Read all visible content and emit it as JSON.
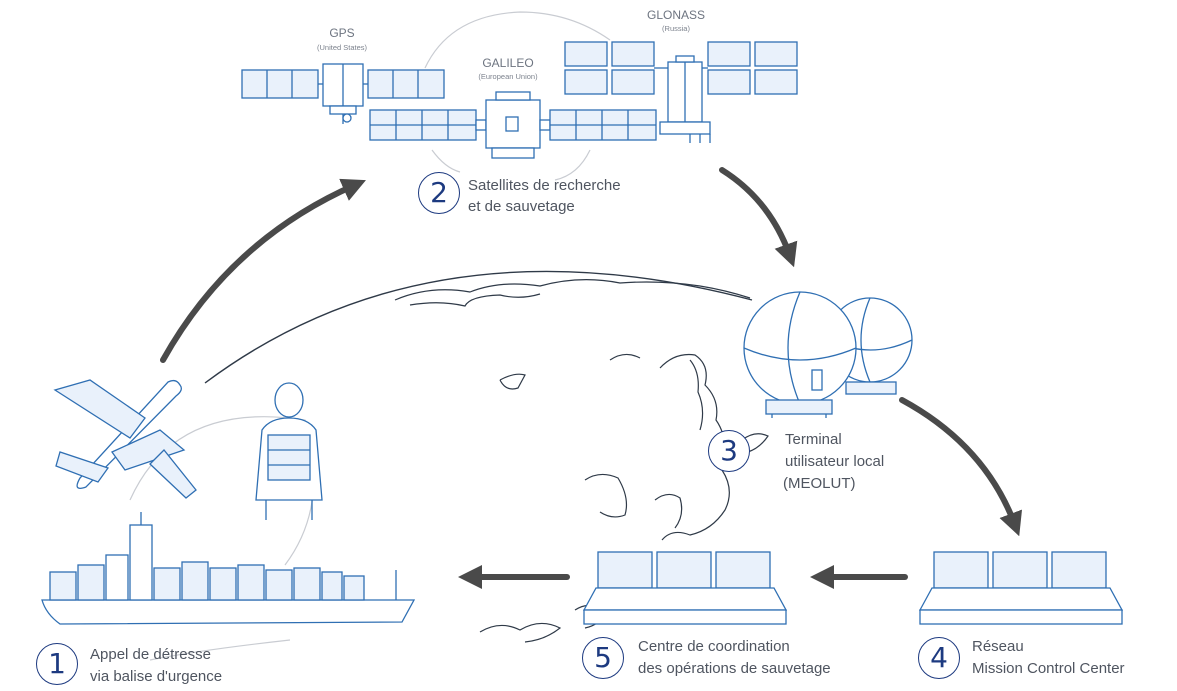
{
  "colors": {
    "primary": "#1d3a80",
    "line": "#2f6fb3",
    "fill": "#e9f1fb",
    "arrow": "#4a4a4a",
    "text": "#4f5560"
  },
  "satellites": [
    {
      "name": "GPS",
      "region": "(United States)"
    },
    {
      "name": "GALILEO",
      "region": "(European Union)"
    },
    {
      "name": "GLONASS",
      "region": "(Russia)"
    }
  ],
  "steps": [
    {
      "number": "1",
      "line1": "Appel de détresse",
      "line2": "via balise d'urgence"
    },
    {
      "number": "2",
      "line1": "Satellites de recherche",
      "line2": "et de sauvetage"
    },
    {
      "number": "3",
      "line1": "Terminal",
      "line2": "utilisateur local",
      "line3": "(MEOLUT)"
    },
    {
      "number": "4",
      "line1": "Réseau",
      "line2": "Mission Control Center"
    },
    {
      "number": "5",
      "line1": "Centre de coordination",
      "line2": "des opérations de sauvetage"
    }
  ]
}
